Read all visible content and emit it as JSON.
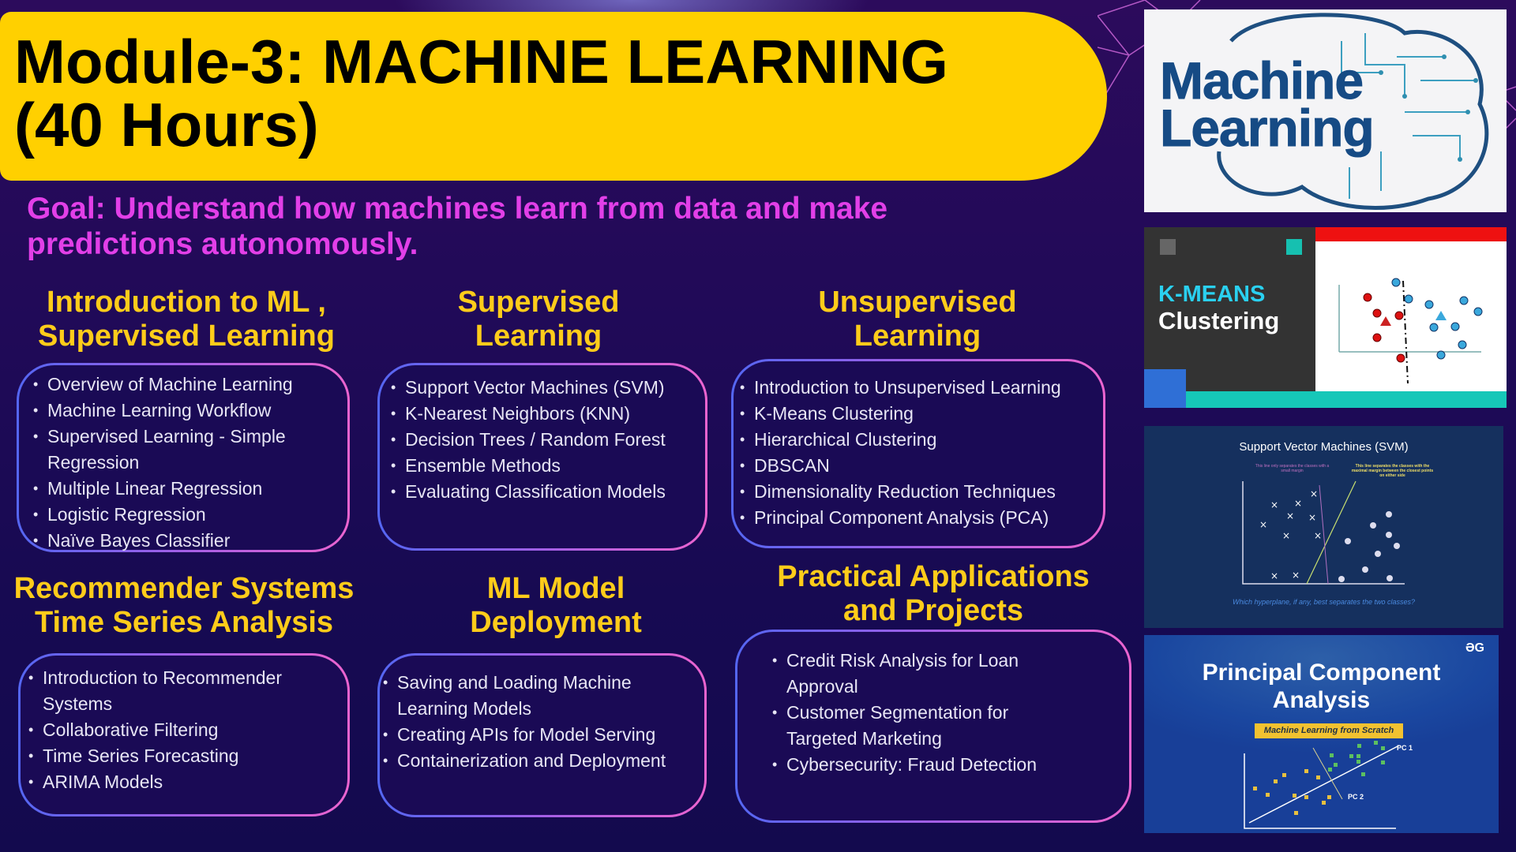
{
  "title": {
    "line1": "Module-3: MACHINE LEARNING",
    "line2": "(40 Hours)"
  },
  "goal": {
    "line1": "Goal: Understand how machines learn from data and make",
    "line2": "predictions autonomously."
  },
  "sections": [
    {
      "heading": [
        "Introduction to ML ,",
        "Supervised Learning"
      ],
      "items": [
        "Overview of Machine Learning",
        "Machine Learning Workflow",
        "Supervised Learning - Simple Regression",
        "Multiple Linear Regression",
        "Logistic Regression",
        "Naïve Bayes Classifier"
      ]
    },
    {
      "heading": [
        "Supervised",
        "Learning"
      ],
      "items": [
        "Support Vector Machines (SVM)",
        "K-Nearest Neighbors (KNN)",
        "Decision Trees / Random Forest",
        "Ensemble Methods",
        "Evaluating Classification Models"
      ]
    },
    {
      "heading": [
        "Unsupervised",
        "Learning"
      ],
      "items": [
        "Introduction to Unsupervised Learning",
        "K-Means Clustering",
        "Hierarchical Clustering",
        "DBSCAN",
        "Dimensionality Reduction Techniques",
        "Principal Component Analysis (PCA)"
      ]
    },
    {
      "heading": [
        "Recommender Systems",
        "Time Series Analysis"
      ],
      "items": [
        "Introduction to Recommender Systems",
        "Collaborative Filtering",
        "Time Series Forecasting",
        "ARIMA Models"
      ]
    },
    {
      "heading": [
        "ML Model",
        "Deployment"
      ],
      "items": [
        "Saving and Loading Machine Learning Models",
        "Creating APIs for Model Serving",
        "Containerization and Deployment"
      ]
    },
    {
      "heading": [
        "Practical Applications",
        "and Projects"
      ],
      "items": [
        "Credit Risk Analysis for Loan Approval",
        "Customer Segmentation for Targeted Marketing",
        "Cybersecurity: Fraud Detection"
      ]
    }
  ],
  "images": {
    "ml": {
      "line1": "Machine",
      "line2": "Learning"
    },
    "kmeans": {
      "line1": "K-MEANS",
      "line2": "Clustering"
    },
    "svm": {
      "title": "Support Vector Machines (SVM)",
      "note1": "This line only separates the classes with a small margin",
      "note2": "This line separates the classes with the maximal margin between the closest points on either side",
      "caption": "Which hyperplane, if any, best separates the two classes?"
    },
    "pca": {
      "line1": "Principal Component",
      "line2": "Analysis",
      "badge": "Machine Learning from Scratch",
      "pc1": "PC 1",
      "pc2": "PC 2",
      "logo": "ƏG"
    }
  },
  "colors": {
    "accent": "#ffd000",
    "goal": "#e23fe8",
    "heading": "#ffcc1a",
    "bg": "#1a0a55"
  }
}
